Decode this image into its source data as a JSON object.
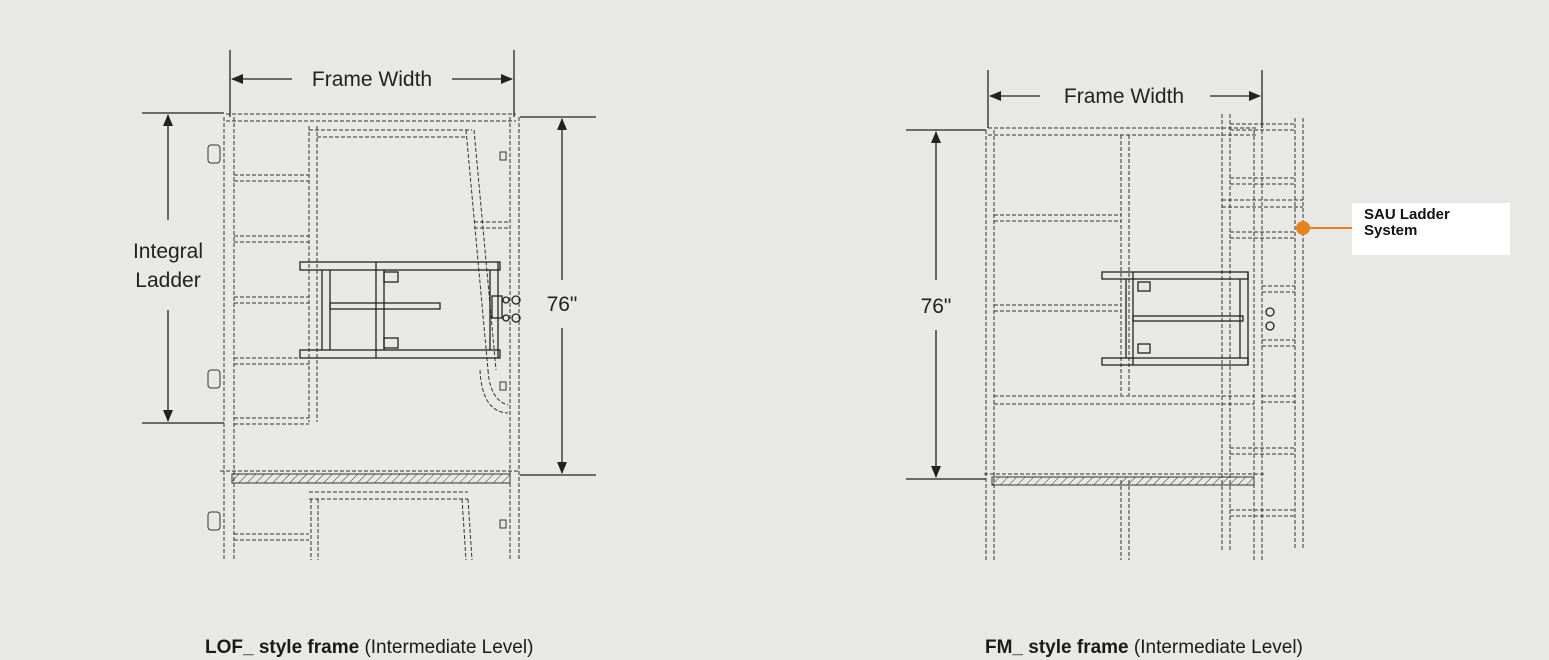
{
  "left_diagram": {
    "frame_width_label": "Frame Width",
    "ladder_label_line1": "Integral",
    "ladder_label_line2": "Ladder",
    "height_label": "76\"",
    "caption_bold": "LOF_ style frame",
    "caption_rest": " (Intermediate Level)"
  },
  "right_diagram": {
    "frame_width_label": "Frame Width",
    "height_label": "76\"",
    "caption_bold": "FM_ style frame",
    "caption_rest": " (Intermediate Level)",
    "callout_line1": "SAU Ladder",
    "callout_line2": "System"
  },
  "colors": {
    "background": "#e8e9e7",
    "accent_orange": "#e8821e",
    "line": "#222222"
  }
}
